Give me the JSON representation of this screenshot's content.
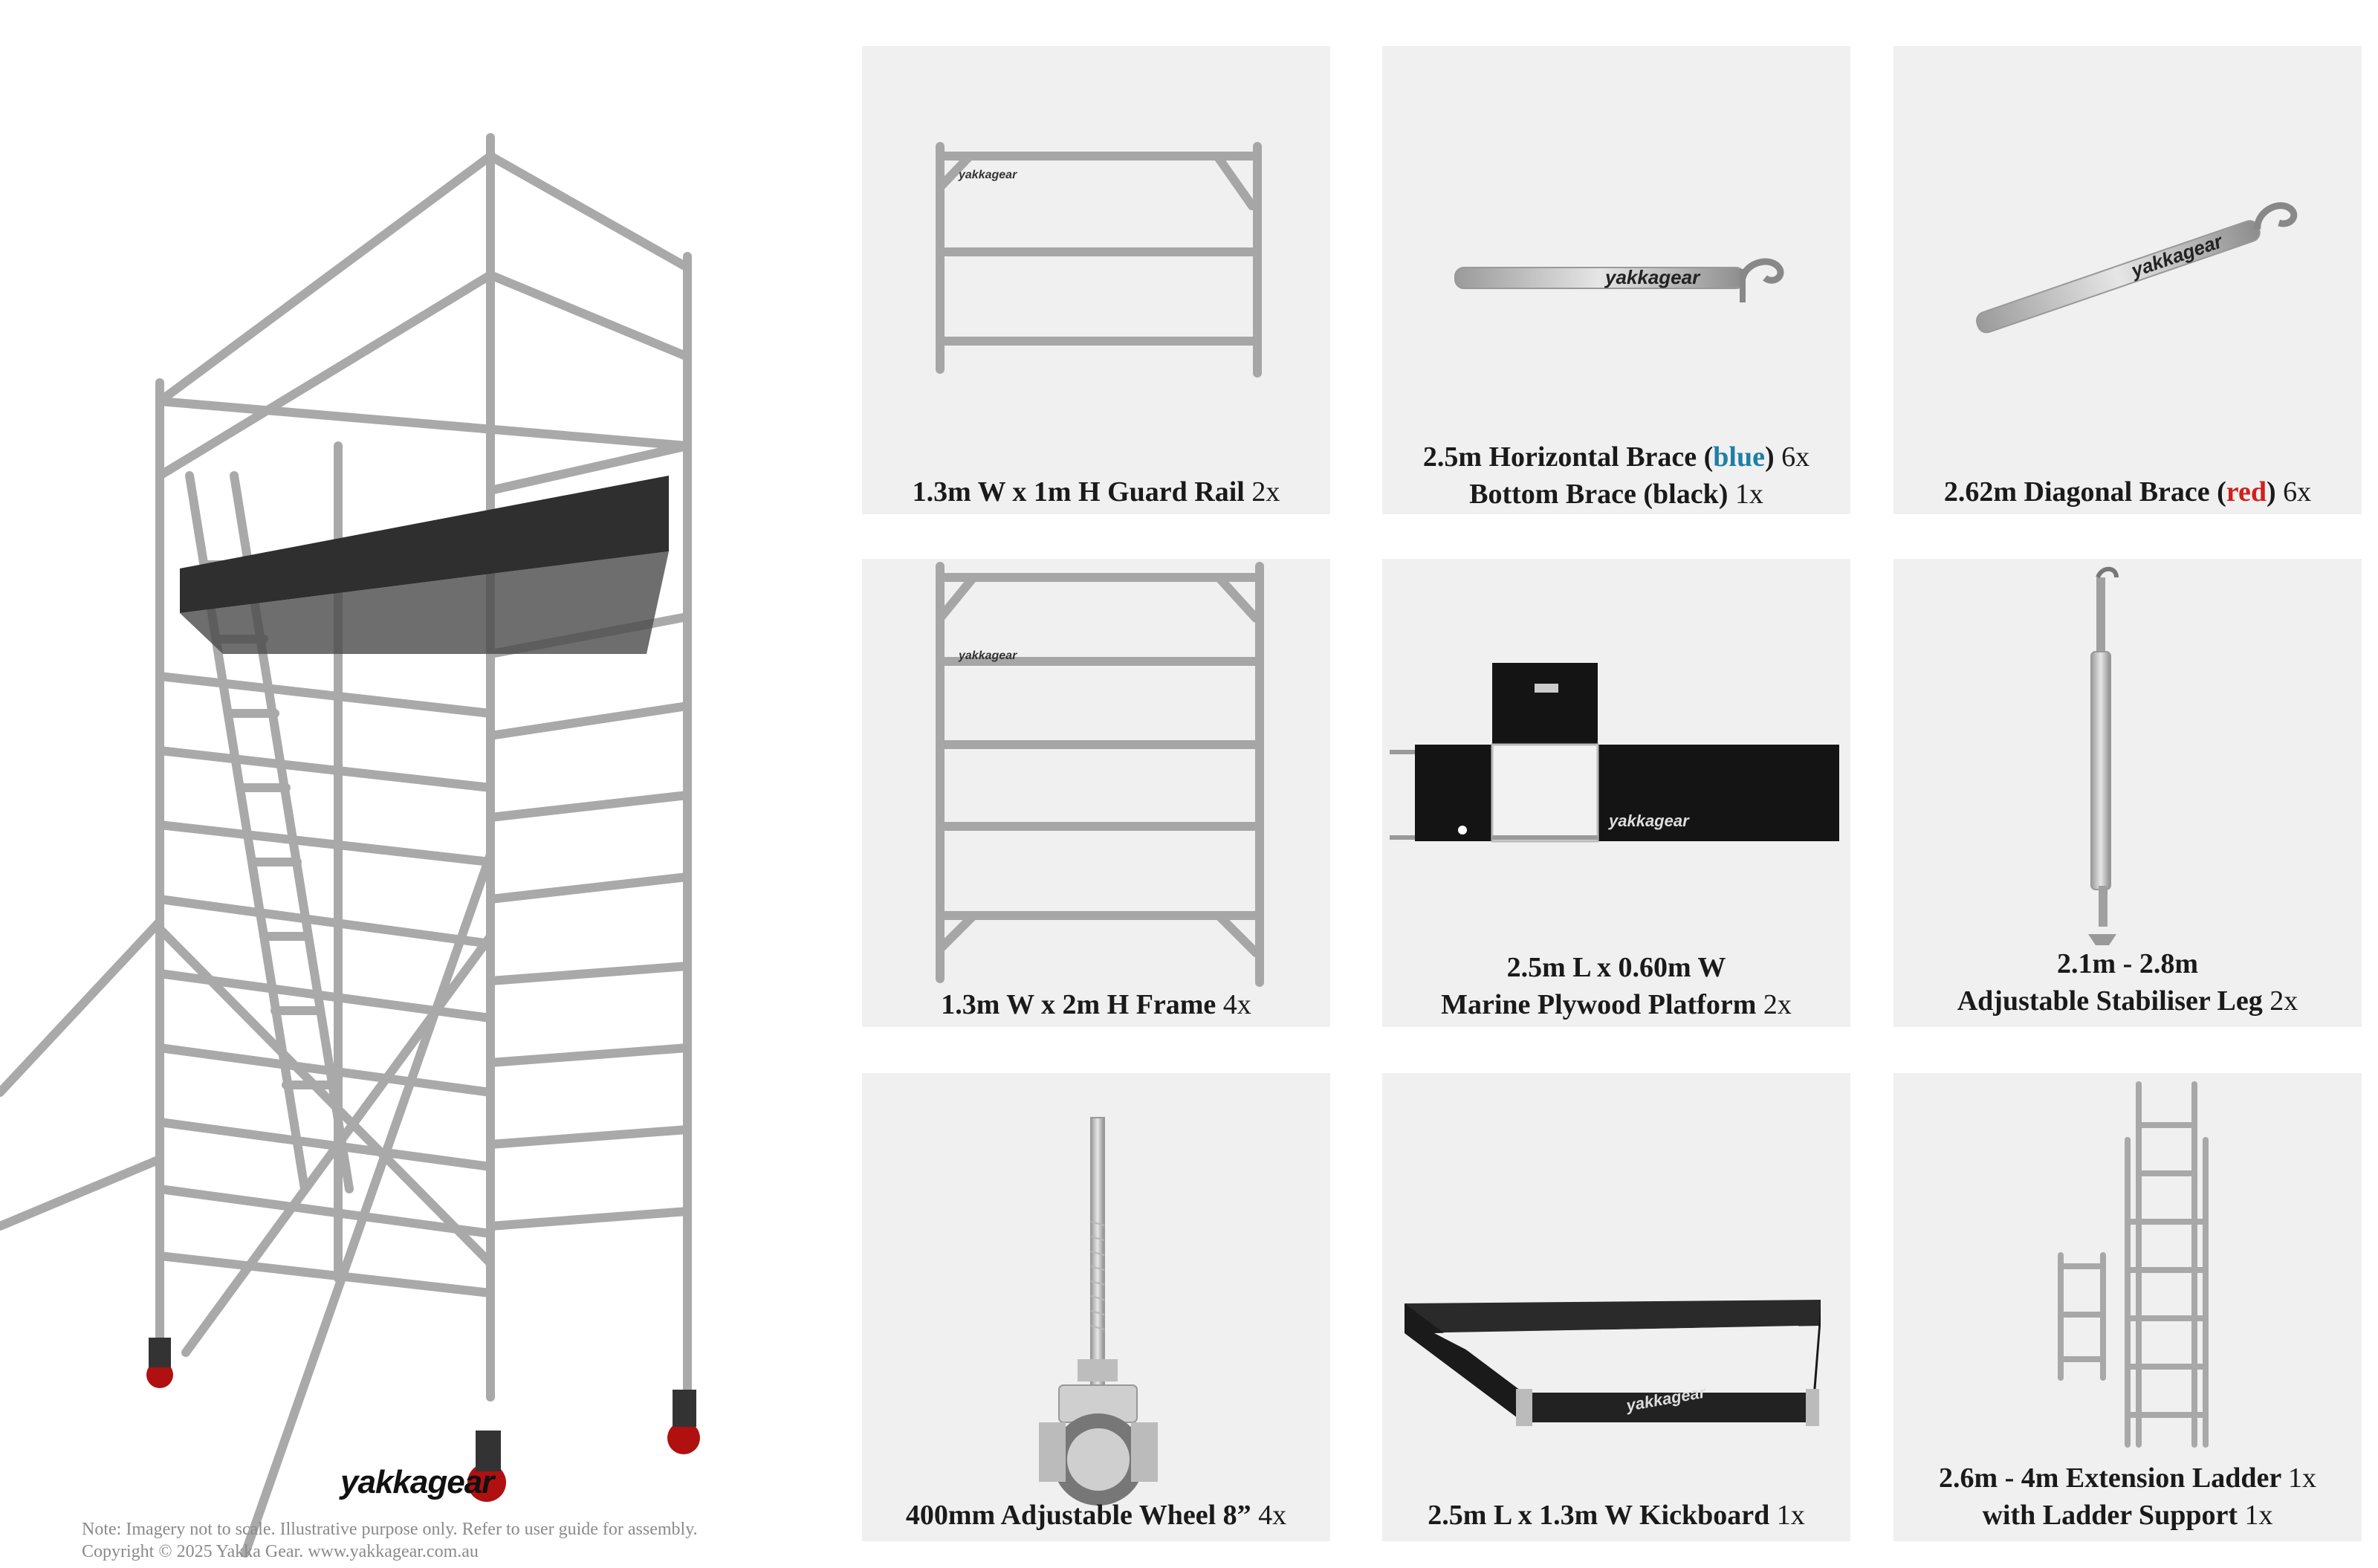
{
  "brand": {
    "logo_text": "yakkagear"
  },
  "footer": {
    "note": "Note: Imagery not to scale. Illustrative purpose only. Refer to user guide for assembly.",
    "copyright": "Copyright © 2025 Yakka Gear. www.yakkagear.com.au"
  },
  "components": [
    {
      "line1": "1.3m W x 1m H Guard Rail",
      "qty1": "2x"
    },
    {
      "line1_a": "2.5m Horizontal Brace (",
      "line1_colour": "blue",
      "line1_b": ")",
      "qty1": "6x",
      "line2": "Bottom Brace (black)",
      "qty2": "1x",
      "accent": "#1e7fa6"
    },
    {
      "line1_a": "2.62m Diagonal Brace (",
      "line1_colour": "red",
      "line1_b": ")",
      "qty1": "6x",
      "accent": "#d0201a"
    },
    {
      "line1": "1.3m W x 2m H Frame",
      "qty1": "4x"
    },
    {
      "line1": "2.5m L x 0.60m W",
      "line2": "Marine Plywood Platform",
      "qty2": "2x"
    },
    {
      "line1": "2.1m - 2.8m",
      "line2": "Adjustable Stabiliser Leg",
      "qty2": "2x"
    },
    {
      "line1": "400mm Adjustable Wheel 8”",
      "qty1": "4x"
    },
    {
      "line1": "2.5m L x 1.3m W Kickboard",
      "qty1": "1x"
    },
    {
      "line1": "2.6m - 4m Extension Ladder",
      "qty1": "1x",
      "line2": "with Ladder Support",
      "qty2": "1x"
    }
  ]
}
